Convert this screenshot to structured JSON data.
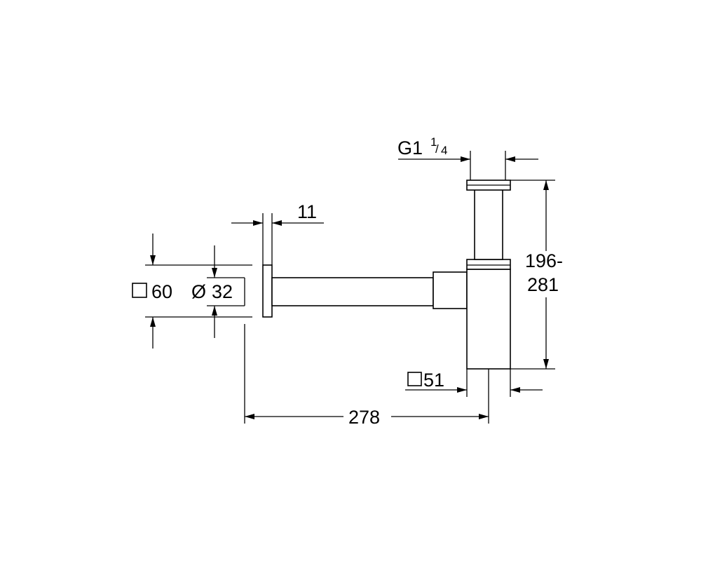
{
  "dimensions": {
    "thread": {
      "prefix": "G1",
      "num": "1",
      "slash": "/",
      "den": "4"
    },
    "flange_thickness": "11",
    "flange_square": {
      "symbol": "□",
      "value": "60"
    },
    "pipe_diameter": {
      "symbol": "Ø",
      "value": "32"
    },
    "height_range": {
      "line1": "196-",
      "line2": "281"
    },
    "body_square": {
      "symbol": "□",
      "value": "51"
    },
    "projection": "278"
  },
  "colors": {
    "ink": "#000000",
    "background": "#ffffff"
  }
}
